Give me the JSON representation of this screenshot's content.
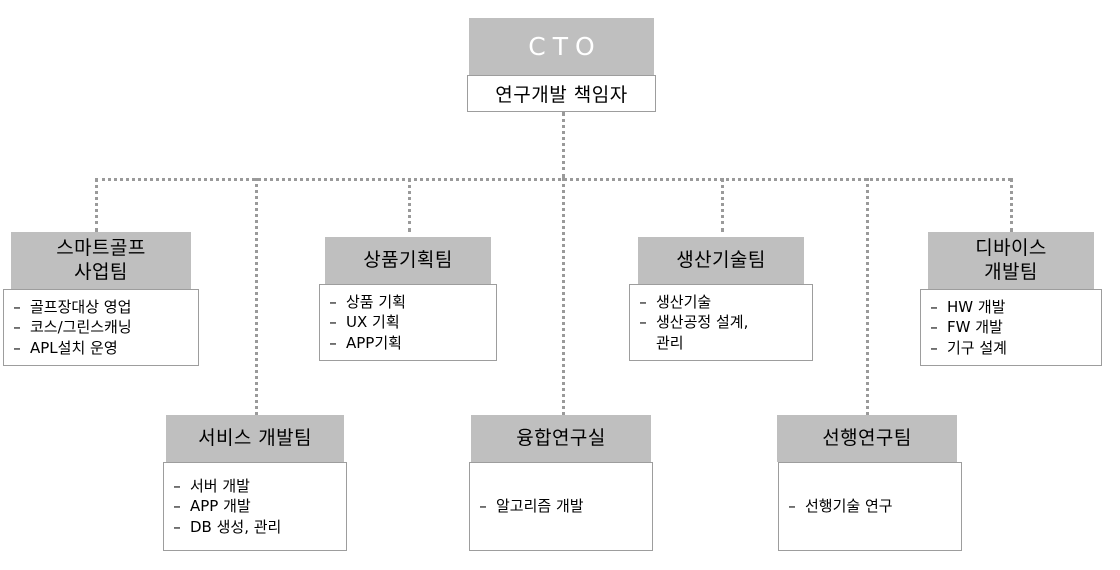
{
  "diagram": {
    "title_root": "CTO",
    "root_subtitle": "연구개발 책임자",
    "line_color": "#9a9a9a",
    "header_fill": "#bfbfbf",
    "body_fill": "#ffffff",
    "border_color": "#9d9d9d"
  },
  "nodes": {
    "root": {
      "title": "CTO",
      "subtitle": "연구개발 책임자"
    },
    "teams": [
      {
        "title": "스마트골프\n사업팀",
        "items": [
          "골프장대상 영업",
          "코스/그린스캐닝",
          "APL설치 운영"
        ]
      },
      {
        "title": "상품기획팀",
        "items": [
          "상품 기획",
          "UX 기획",
          "APP기획"
        ]
      },
      {
        "title": "생산기술팀",
        "items": [
          "생산기술",
          "생산공정 설계,\n관리"
        ]
      },
      {
        "title": "디바이스\n개발팀",
        "items": [
          "HW 개발",
          "FW 개발",
          "기구 설계"
        ]
      },
      {
        "title": "서비스 개발팀",
        "items": [
          "서버 개발",
          "APP 개발",
          "DB 생성, 관리"
        ]
      },
      {
        "title": "융합연구실",
        "items": [
          "알고리즘 개발"
        ]
      },
      {
        "title": "선행연구팀",
        "items": [
          "선행기술 연구"
        ]
      }
    ],
    "bullet": "–"
  }
}
